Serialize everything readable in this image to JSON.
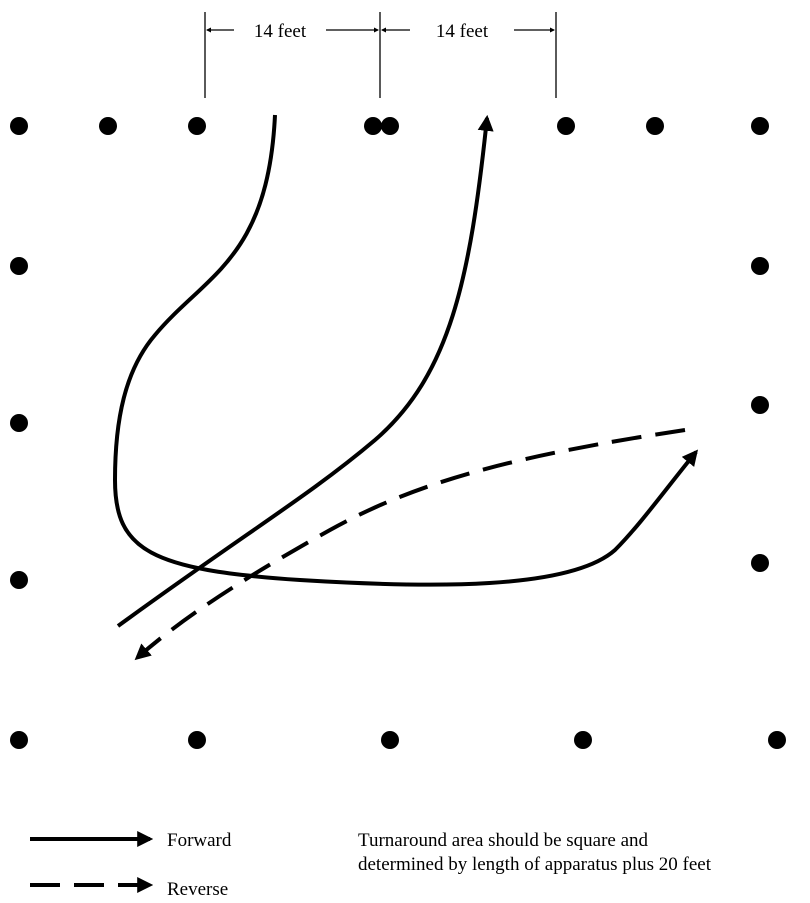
{
  "dimensions": [
    {
      "label": "14 feet"
    },
    {
      "label": "14 feet"
    }
  ],
  "legend": [
    {
      "label": "Forward",
      "line_style": "solid"
    },
    {
      "label": "Reverse",
      "line_style": "dashed"
    }
  ],
  "note": {
    "line1": "Turnaround area should be square and",
    "line2": "determined by length of apparatus plus 20 feet"
  },
  "colors": {
    "ink": "#000000",
    "background": "#ffffff"
  },
  "cone_marker": "filled-circle"
}
